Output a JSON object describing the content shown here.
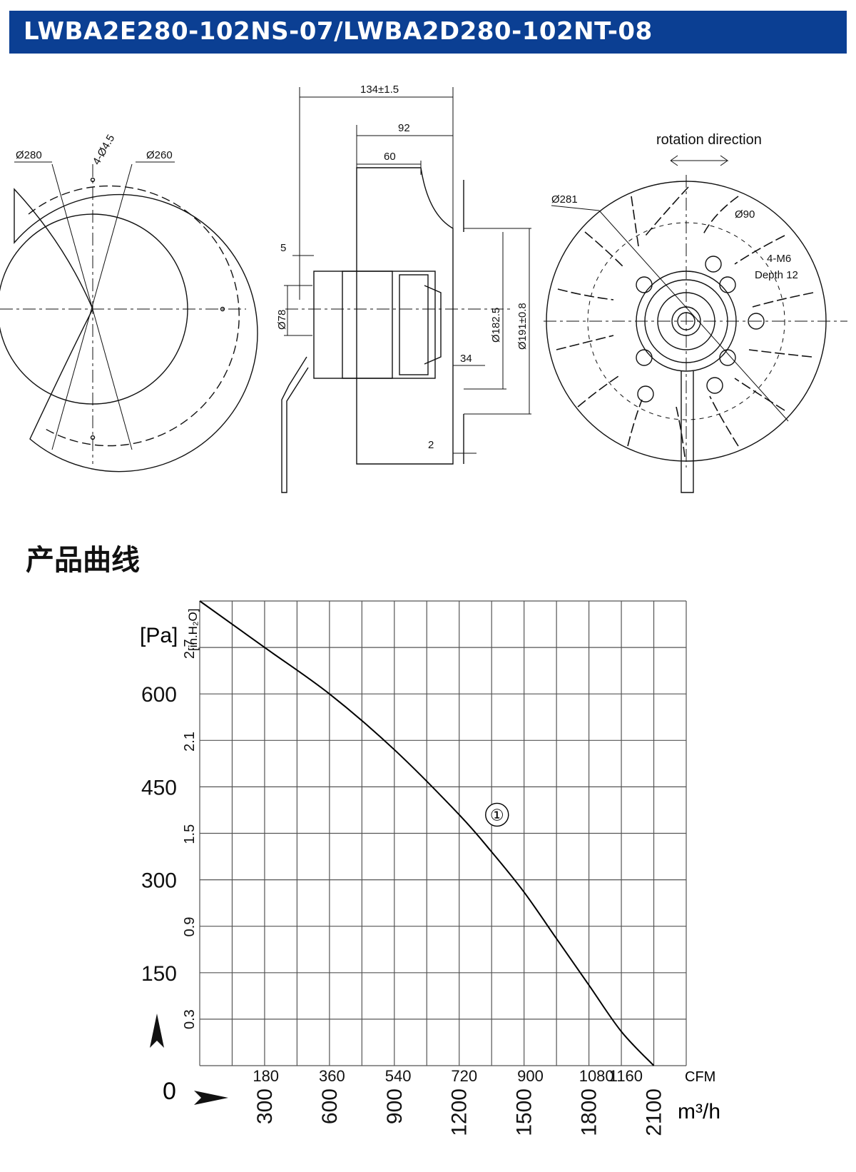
{
  "header": {
    "title": "LWBA2E280-102NS-07/LWBA2D280-102NT-08"
  },
  "drawing": {
    "front_left": {
      "d_outer": "Ø280",
      "holes": "4-Ø4.5",
      "d_pitch": "Ø260"
    },
    "side": {
      "overall": "134±1.5",
      "d92": "92",
      "d60": "60",
      "d5": "5",
      "d78": "Ø78",
      "d182": "Ø182.5",
      "d191": "Ø191±0.8",
      "d34": "34",
      "d2": "2"
    },
    "front_right": {
      "rotation": "rotation direction",
      "d281": "Ø281",
      "d90": "Ø90",
      "thread": "4-M6",
      "depth": "Depth 12"
    }
  },
  "section": {
    "title": "产品曲线"
  },
  "chart_data": {
    "type": "line",
    "y_unit_pa": "[Pa]",
    "y_unit_inh2o": "[in.H₂O]",
    "y_ticks_pa": [
      "0",
      "150",
      "300",
      "450",
      "600"
    ],
    "y_ticks_inh2o": [
      "0.3",
      "0.9",
      "1.5",
      "2.1",
      "2.7"
    ],
    "x_ticks_cfm": [
      "180",
      "360",
      "540",
      "720",
      "900",
      "1080",
      "1160"
    ],
    "x_unit_cfm": "CFM",
    "x_ticks_m3h": [
      "300",
      "600",
      "900",
      "1200",
      "1500",
      "1800",
      "2100"
    ],
    "x_unit_m3h": "m³/h",
    "xlim": [
      0,
      2250
    ],
    "ylim": [
      0,
      750
    ],
    "grid": true,
    "series": [
      {
        "name": "①",
        "x": [
          0,
          300,
          600,
          900,
          1200,
          1350,
          1500,
          1650,
          1800,
          1950,
          2100
        ],
        "y": [
          750,
          675,
          600,
          510,
          405,
          345,
          280,
          205,
          130,
          55,
          0
        ]
      }
    ]
  }
}
